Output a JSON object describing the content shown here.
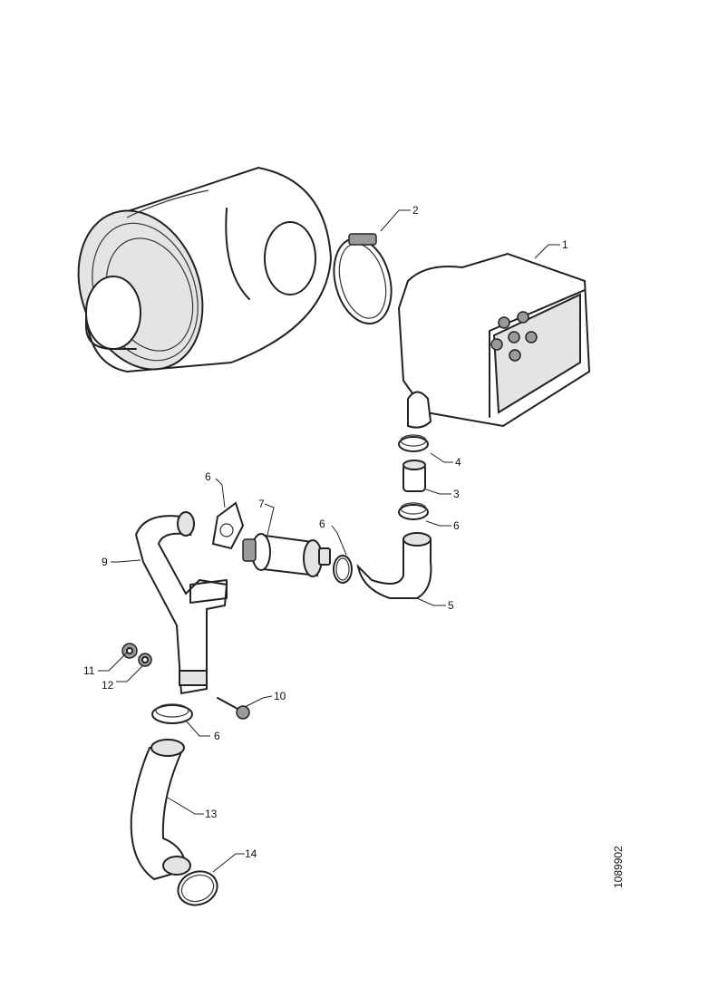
{
  "labels": {
    "l1": "1",
    "l2": "2",
    "l3": "3",
    "l4": "4",
    "l5": "5",
    "l6a": "6",
    "l6b": "6",
    "l6c": "6",
    "l6d": "6",
    "l7": "7",
    "l9": "9",
    "l10": "10",
    "l11": "11",
    "l12": "12",
    "l13": "13",
    "l14": "14"
  },
  "reference_number": "1089902"
}
